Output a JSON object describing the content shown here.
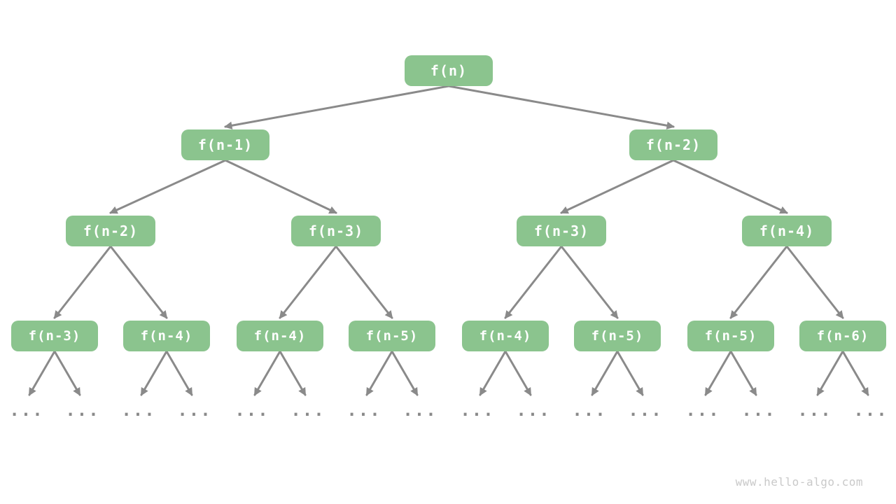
{
  "page": {
    "background": "#ffffff",
    "watermark": "www.hello-algo.com"
  },
  "colors": {
    "node_fill": "#8bc48e",
    "node_text": "#ffffff",
    "edge": "#8a8a8a",
    "watermark": "#c9c9c9"
  },
  "tree": {
    "type": "recursion-tree",
    "levels": [
      {
        "nodes": [
          "f(n)"
        ]
      },
      {
        "nodes": [
          "f(n-1)",
          "f(n-2)"
        ]
      },
      {
        "nodes": [
          "f(n-2)",
          "f(n-3)",
          "f(n-3)",
          "f(n-4)"
        ]
      },
      {
        "nodes": [
          "f(n-3)",
          "f(n-4)",
          "f(n-4)",
          "f(n-5)",
          "f(n-4)",
          "f(n-5)",
          "f(n-5)",
          "f(n-6)"
        ]
      }
    ],
    "ellipsis": "...",
    "ellipsis_count": 16
  }
}
